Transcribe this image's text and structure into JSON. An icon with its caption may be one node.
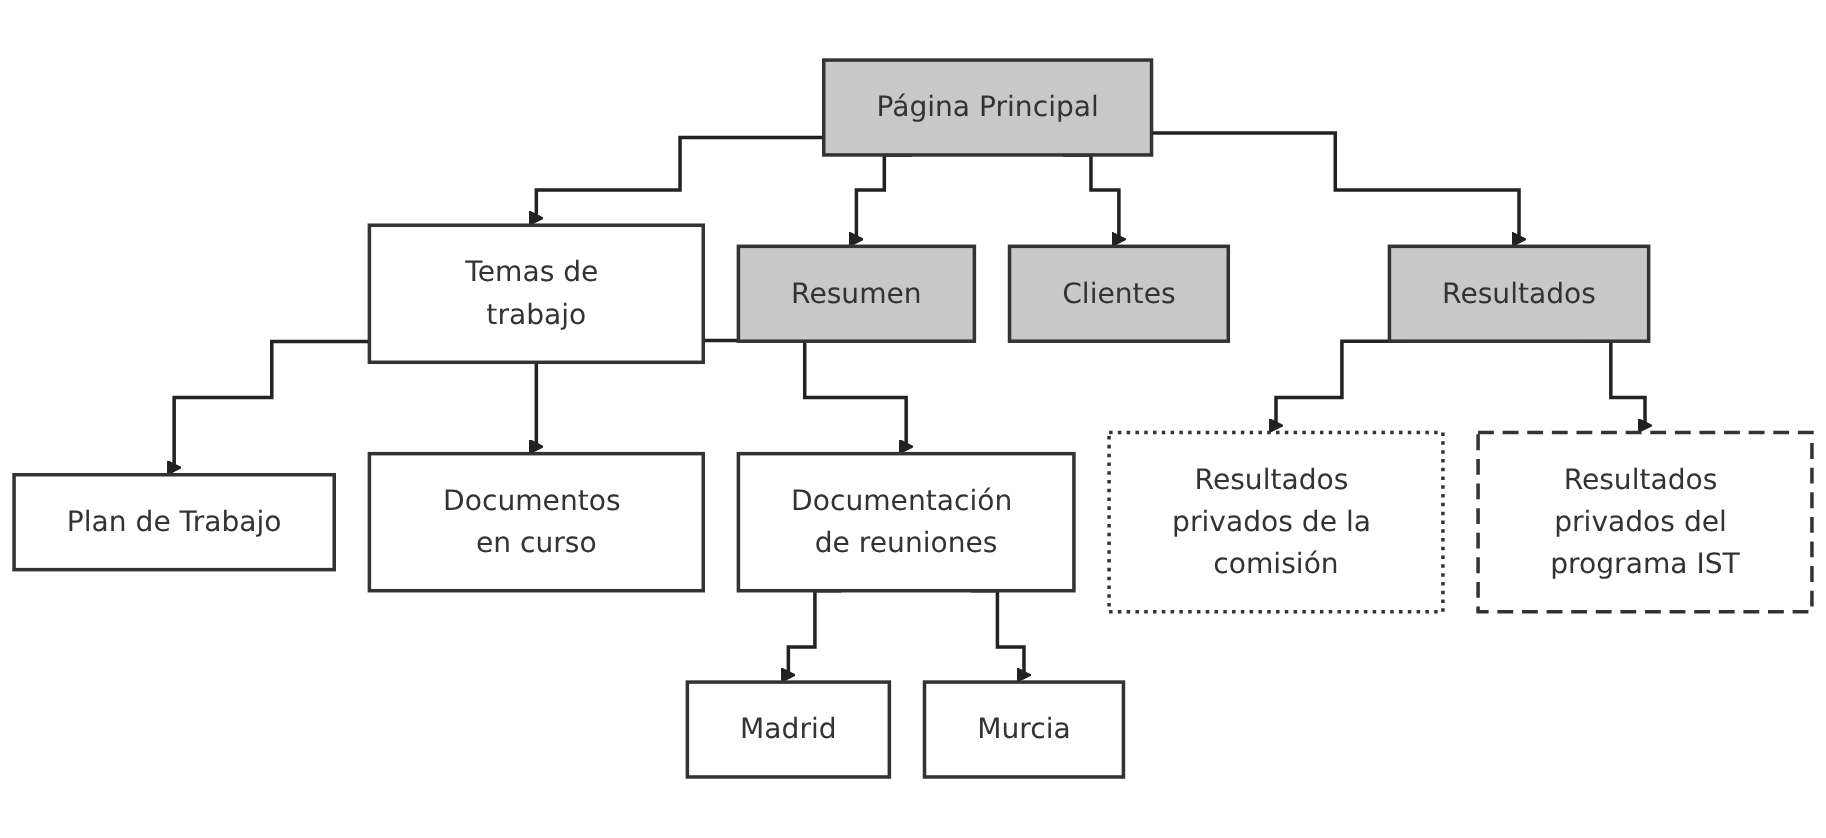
{
  "diagram": {
    "nodes": [
      {
        "text": [
          "Página Principal"
        ]
      },
      {
        "text": [
          "Temas de trabajo"
        ]
      },
      {
        "text": [
          "Resumen"
        ]
      },
      {
        "text": [
          "Clientes"
        ]
      },
      {
        "text": [
          "Resultados"
        ]
      },
      {
        "text": [
          "Plan de Trabajo"
        ]
      },
      {
        "text": [
          "Documentos en curso"
        ]
      },
      {
        "text": [
          "Documentación de reuniones"
        ]
      },
      {
        "text": [
          "Madrid"
        ]
      },
      {
        "text": [
          "Murcia"
        ]
      },
      {
        "text": [
          "Resultados privados de la comisión"
        ]
      },
      {
        "text": [
          "Resultados privados del programa IST"
        ]
      }
    ],
    "edges": [
      {
        "from": 0,
        "to": 1,
        "arrow": "to"
      },
      {
        "from": 0,
        "to": 2,
        "arrow": "to"
      },
      {
        "from": 0,
        "to": 3,
        "arrow": "to"
      },
      {
        "from": 0,
        "to": 4,
        "arrow": "to"
      },
      {
        "from": 1,
        "to": 5,
        "arrow": "to"
      },
      {
        "from": 1,
        "to": 6,
        "arrow": "to"
      },
      {
        "from": 1,
        "to": 7,
        "arrow": "to"
      },
      {
        "from": 7,
        "to": 8,
        "arrow": "to"
      },
      {
        "from": 7,
        "to": 9,
        "arrow": "to"
      },
      {
        "from": 4,
        "to": 10,
        "arrow": "to"
      },
      {
        "from": 4,
        "to": 11,
        "arrow": "to"
      }
    ]
  }
}
